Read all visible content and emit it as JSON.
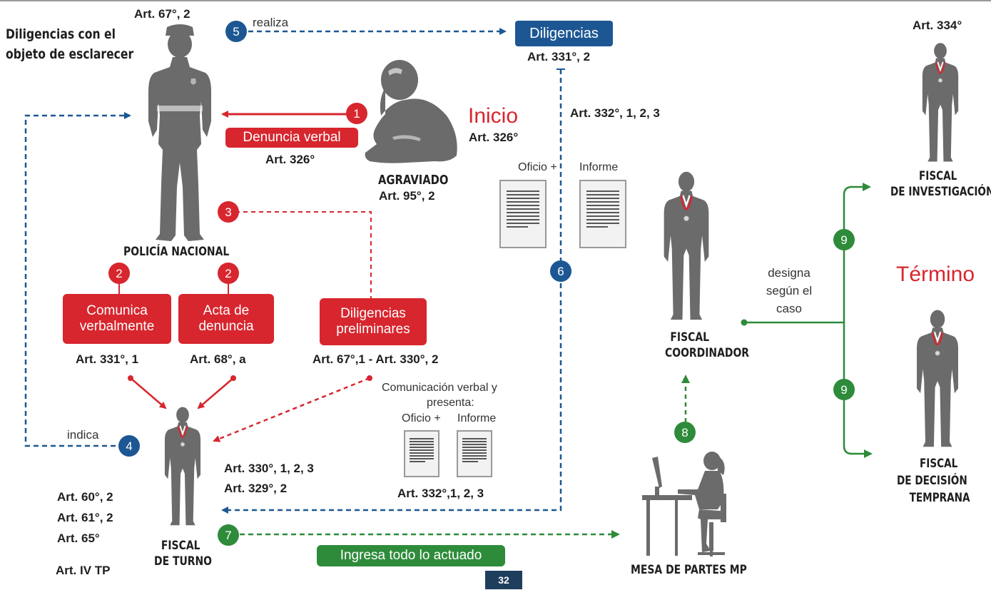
{
  "heading": {
    "line1": "Diligencias con el",
    "line2": "objeto de esclarecer"
  },
  "inicio": {
    "title": "Inicio",
    "art": "Art. 326°"
  },
  "termino": {
    "title": "Término"
  },
  "police": {
    "art_top": "Art. 67°, 2",
    "label": "POLICÍA NACIONAL"
  },
  "agraviado": {
    "label": "AGRAVIADO",
    "art": "Art. 95°, 2"
  },
  "denuncia": {
    "label": "Denuncia verbal",
    "art": "Art. 326°"
  },
  "diligencias_top": {
    "label": "Diligencias",
    "art": "Art. 331°, 2",
    "verb": "realiza"
  },
  "art_332_top": "Art. 332°, 1, 2, 3",
  "oficio_top": {
    "oficio": "Oficio +",
    "informe": "Informe"
  },
  "comunica": {
    "line1": "Comunica",
    "line2": "verbalmente",
    "art": "Art. 331°, 1"
  },
  "acta": {
    "line1": "Acta de",
    "line2": "denuncia",
    "art": "Art. 68°, a"
  },
  "preliminares": {
    "line1": "Diligencias",
    "line2": "preliminares",
    "art": "Art. 67°,1 - Art. 330°, 2"
  },
  "comunicacion": {
    "line1": "Comunicación verbal  y",
    "line2": "presenta:",
    "oficio": "Oficio +",
    "informe": "Informe",
    "art": "Art. 332°,1, 2, 3"
  },
  "fiscal_turno": {
    "line1": "FISCAL",
    "line2": "DE TURNO",
    "art1": "Art. 330°, 1, 2, 3",
    "art2": "Art. 329°, 2"
  },
  "left_arts": [
    "Art. 60°, 2",
    "Art. 61°, 2",
    "Art. 65°",
    "Art. IV TP"
  ],
  "indica": "indica",
  "ingresa": "Ingresa todo lo actuado",
  "page_number": "32",
  "mesa": "MESA DE PARTES MP",
  "coordinador": {
    "line1": "FISCAL",
    "line2": "COORDINADOR"
  },
  "designa": {
    "line1": "designa",
    "line2": "según el",
    "line3": "caso"
  },
  "investigacion": {
    "art": "Art. 334°",
    "line1": "FISCAL",
    "line2": "DE INVESTIGACIÓN"
  },
  "decision": {
    "line1": "FISCAL",
    "line2": "DE DECISIÓN",
    "line3": "TEMPRANA"
  },
  "steps": {
    "s1": "1",
    "s2a": "2",
    "s2b": "2",
    "s3": "3",
    "s4": "4",
    "s5": "5",
    "s6": "6",
    "s7": "7",
    "s8": "8",
    "s9a": "9",
    "s9b": "9"
  },
  "colors": {
    "red": "#d7262e",
    "blue": "#1c5793",
    "green": "#2e8b3a",
    "figure": "#6b6b6b",
    "page": "#1f3e5e"
  }
}
